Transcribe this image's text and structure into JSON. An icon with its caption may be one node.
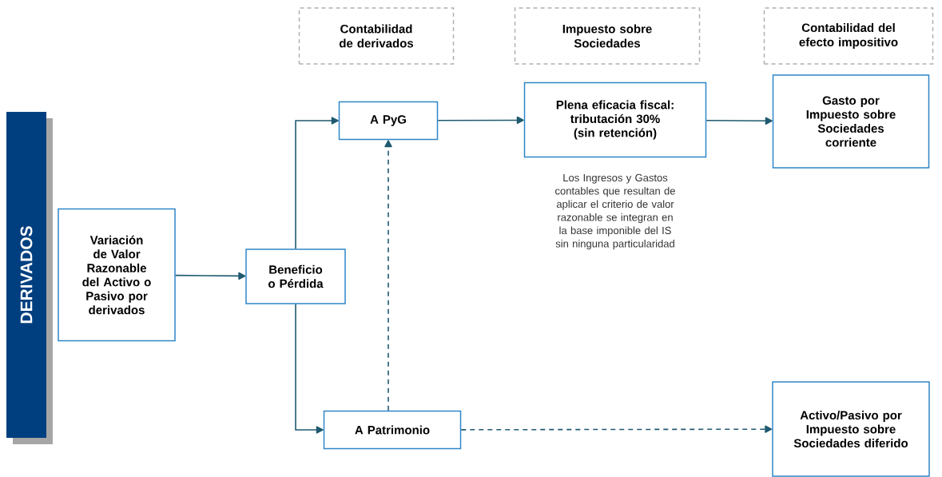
{
  "diagram": {
    "nodes": [
      {
        "text": [
          "Contabilidad de derivados"
        ]
      },
      {
        "text": [
          "Impuesto sobre Sociedades"
        ]
      },
      {
        "text": [
          "Contabilidad del efecto impositivo"
        ]
      },
      {
        "text": [
          "DERIVADOS"
        ]
      },
      {
        "text": [
          "Variación de Valor Razonable del Activo o Pasivo por derivados"
        ]
      },
      {
        "text": [
          "Beneficio o Pérdida"
        ]
      },
      {
        "text": [
          "A PyG"
        ]
      },
      {
        "text": [
          "Plena eficacia fiscal: tributación 30% (sin retención)"
        ],
        "beside": [
          "Los Ingresos y Gastos contables que resultan de aplicar el criterio de valor razonable se integran en la base imponible del IS sin ninguna particularidad"
        ]
      },
      {
        "text": [
          "Gasto por Impuesto sobre Sociedades corriente"
        ]
      },
      {
        "text": [
          "A Patrimonio"
        ]
      },
      {
        "text": [
          "Activo/Pasivo por Impuesto sobre Sociedades diferido"
        ]
      }
    ],
    "edges": [
      {
        "from": 4,
        "to": 5,
        "arrow": "to"
      },
      {
        "from": 5,
        "to": 6,
        "arrow": "to"
      },
      {
        "from": 5,
        "to": 9,
        "arrow": "to"
      },
      {
        "from": 9,
        "to": 6,
        "arrow": "to",
        "style": "dashed"
      },
      {
        "from": 6,
        "to": 7,
        "arrow": "to"
      },
      {
        "from": 7,
        "to": 8,
        "arrow": "to"
      },
      {
        "from": 9,
        "to": 10,
        "arrow": "to",
        "style": "dashed"
      }
    ]
  }
}
